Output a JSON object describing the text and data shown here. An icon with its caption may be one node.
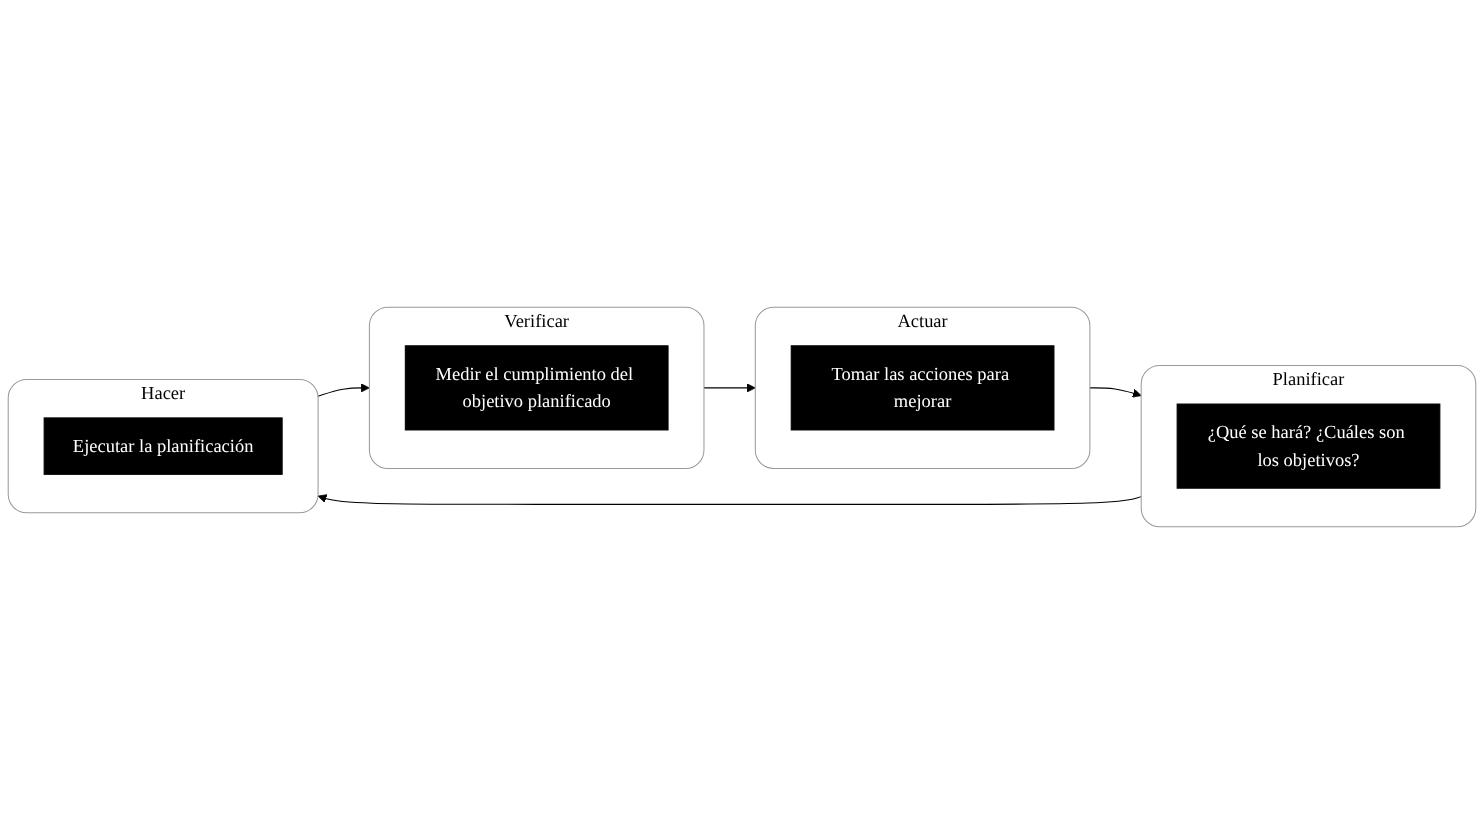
{
  "diagram": {
    "nodes": [
      {
        "text": [
          "Actuar"
        ]
      },
      {
        "text": [
          "Tomar las acciones para mejorar"
        ],
        "in": 0
      },
      {
        "text": [
          "Planificar"
        ]
      },
      {
        "text": [
          "¿Qué se hará? ¿Cuáles son los objetivos?"
        ],
        "in": 2
      },
      {
        "text": [
          "Verificar"
        ]
      },
      {
        "text": [
          "Medir el cumplimiento del objetivo planificado"
        ],
        "in": 4
      },
      {
        "text": [
          "Hacer"
        ]
      },
      {
        "text": [
          "Ejecutar la planificación"
        ],
        "in": 6
      }
    ],
    "edges": [
      {
        "from": 0,
        "to": 2,
        "arrow": "to"
      },
      {
        "from": 2,
        "to": 6,
        "arrow": "to"
      },
      {
        "from": 6,
        "to": 4,
        "arrow": "to"
      },
      {
        "from": 4,
        "to": 0,
        "arrow": "to"
      }
    ]
  }
}
